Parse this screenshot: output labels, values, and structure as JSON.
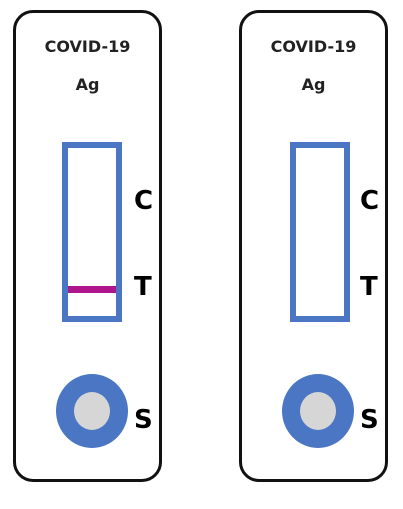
{
  "tests": [
    {
      "title_line1": "COVID-19",
      "title_line2": "Ag",
      "control_label": "C",
      "test_label": "T",
      "sample_label": "S",
      "test_line_visible": true
    },
    {
      "title_line1": "COVID-19",
      "title_line2": "Ag",
      "control_label": "C",
      "test_label": "T",
      "sample_label": "S",
      "test_line_visible": false
    }
  ],
  "colors": {
    "window_border": "#4a76c4",
    "well_ring": "#4a76c4",
    "well_center": "#d6d6d6",
    "test_line": "#b0168c"
  }
}
